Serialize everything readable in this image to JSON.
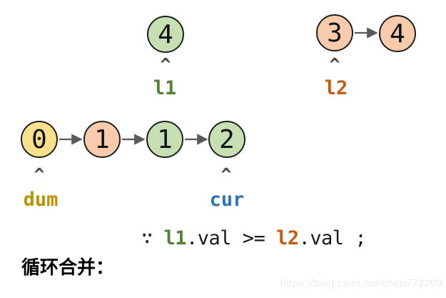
{
  "colors": {
    "background": "#ffffff",
    "node_green": "#C6E0B4",
    "node_orange": "#F8CBAD",
    "node_yellow": "#F9E08D",
    "node_border": "#1f1f1f",
    "node_text": "#111111",
    "arrow": "#595959",
    "caret": "#4d4d4d",
    "l1_label": "#538135",
    "l2_label": "#C55A11",
    "dum_label": "#BF9000",
    "cur_label": "#2E75B6",
    "formula_text": "#1a1a1a",
    "caption_text": "#000000",
    "watermark_text": "#ebebeb"
  },
  "glyphs": {
    "pointer_caret": "^"
  },
  "lists": {
    "l1": {
      "label": "l1",
      "nodes": [
        {
          "value": "4",
          "fill": "#C6E0B4"
        }
      ]
    },
    "l2": {
      "label": "l2",
      "nodes": [
        {
          "value": "3",
          "fill": "#F8CBAD"
        },
        {
          "value": "4",
          "fill": "#F8CBAD"
        }
      ]
    },
    "merged": {
      "nodes": [
        {
          "value": "0",
          "fill": "#F9E08D"
        },
        {
          "value": "1",
          "fill": "#F8CBAD"
        },
        {
          "value": "1",
          "fill": "#C6E0B4"
        },
        {
          "value": "2",
          "fill": "#C6E0B4"
        }
      ],
      "pointers": [
        {
          "label": "dum"
        },
        {
          "label": "cur"
        }
      ]
    }
  },
  "formula": {
    "because_symbol": "∵ ",
    "l1_ref": "l1",
    "middle": ".val >= ",
    "l2_ref": "l2",
    "tail": ".val ;"
  },
  "caption": "循环合并：",
  "watermark": "https://blog.csdn.net/chen772209"
}
